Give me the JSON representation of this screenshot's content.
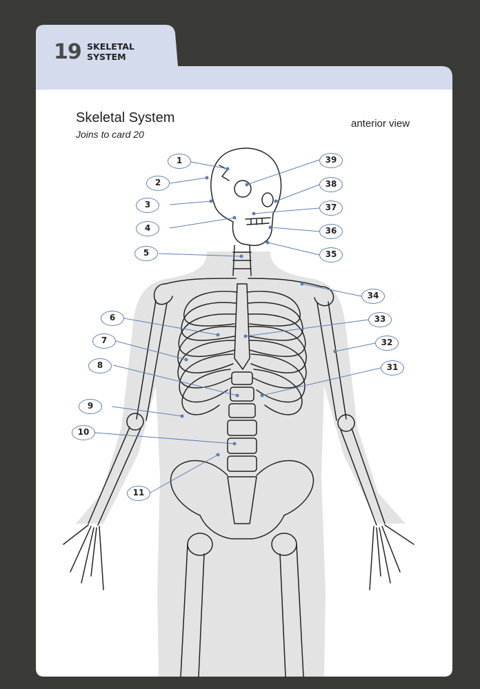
{
  "tab": {
    "number": "19",
    "label_line1": "SKELETAL",
    "label_line2": "SYSTEM"
  },
  "header": {
    "title": "Skeletal System",
    "subtitle": "Joins to card 20",
    "view": "anterior view"
  },
  "callouts": {
    "c1": "1",
    "c2": "2",
    "c3": "3",
    "c4": "4",
    "c5": "5",
    "c6": "6",
    "c7": "7",
    "c8": "8",
    "c9": "9",
    "c10": "10",
    "c11": "11",
    "c31": "31",
    "c32": "32",
    "c33": "33",
    "c34": "34",
    "c35": "35",
    "c36": "36",
    "c37": "37",
    "c38": "38",
    "c39": "39"
  },
  "colors": {
    "card_background": "#ffffff",
    "tab_background": "#d4dbed",
    "callout_accent": "#5b7fb5",
    "silhouette": "#e3e3e3",
    "page_background": "#3a3a36"
  }
}
